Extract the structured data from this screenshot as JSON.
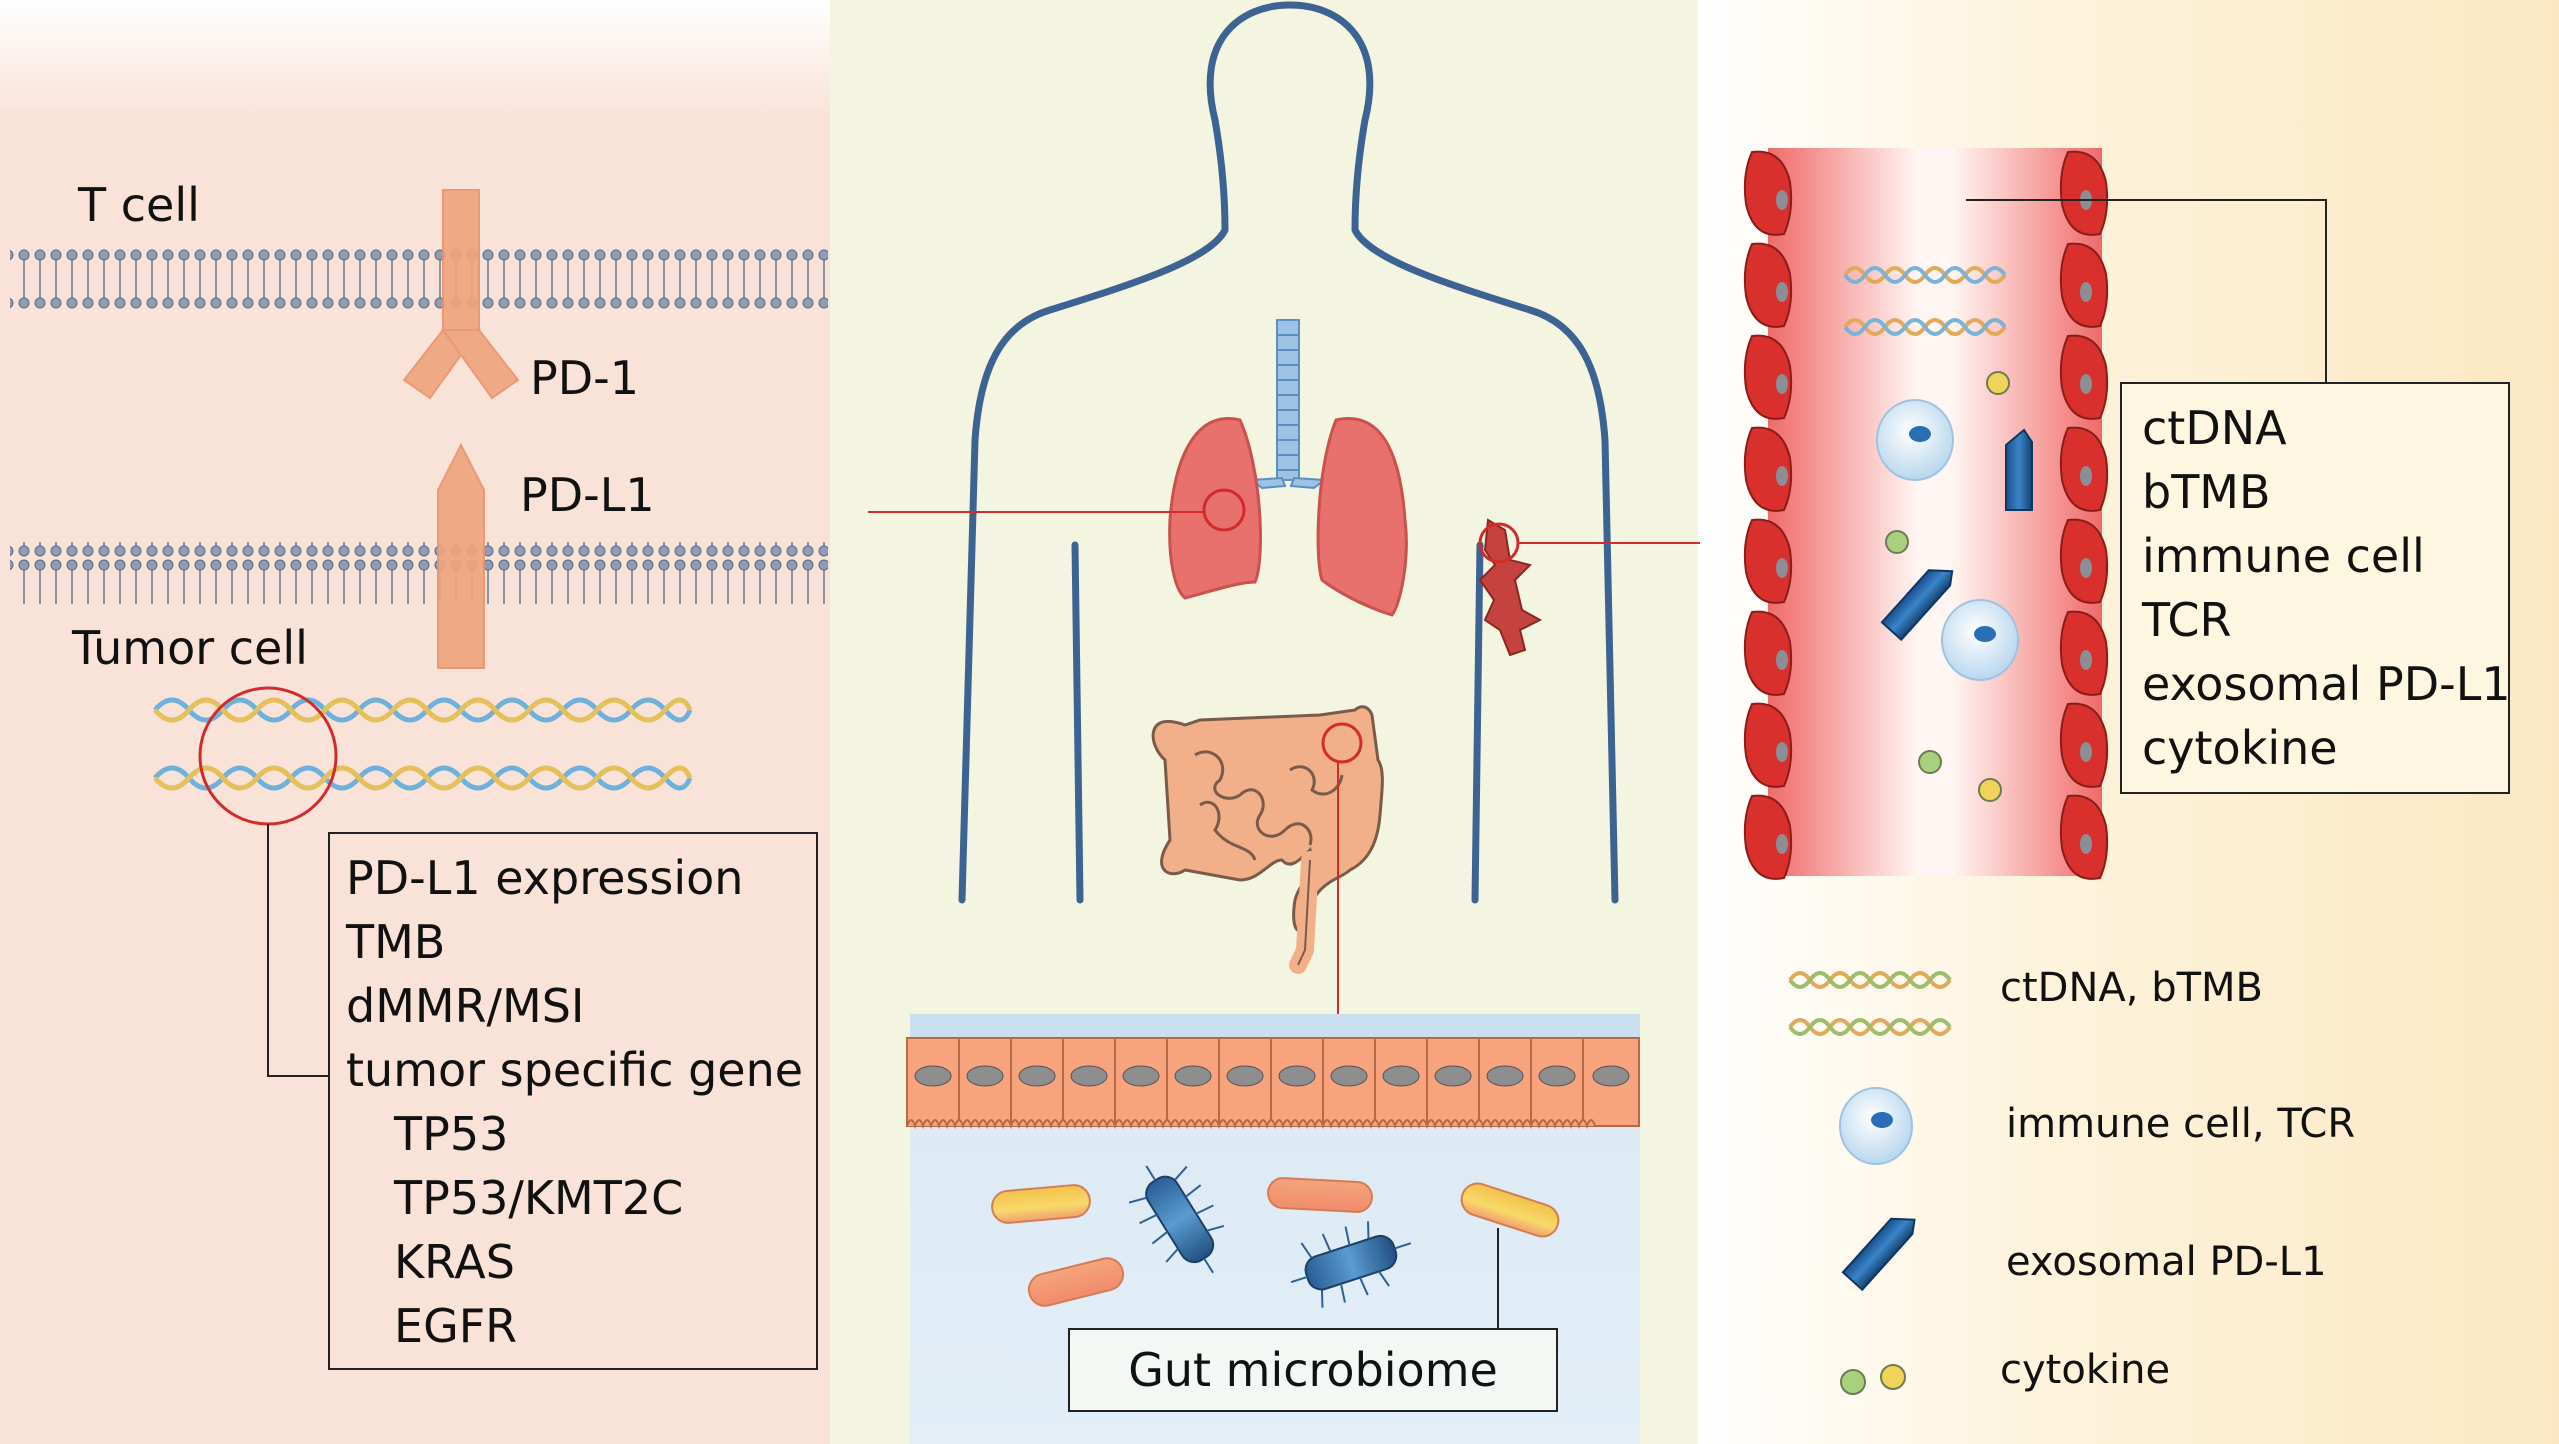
{
  "left_panel": {
    "t_cell": "T cell",
    "pd1": "PD-1",
    "pdl1": "PD-L1",
    "tumor_cell": "Tumor cell",
    "tumor_markers": [
      "PD-L1 expression",
      "TMB",
      "dMMR/MSI",
      "tumor specific gene"
    ],
    "genes": [
      "TP53",
      "TP53/KMT2C",
      "KRAS",
      "EGFR"
    ]
  },
  "center_panel": {
    "gut_label": "Gut microbiome"
  },
  "right_panel": {
    "blood_markers": [
      "ctDNA",
      "bTMB",
      "immune cell",
      "TCR",
      "exosomal PD-L1",
      "cytokine"
    ],
    "legend": [
      {
        "icon": "dna-icon",
        "label": "ctDNA, bTMB"
      },
      {
        "icon": "immune-cell-icon",
        "label": "immune cell, TCR"
      },
      {
        "icon": "exosome-icon",
        "label": "exosomal PD-L1"
      },
      {
        "icon": "cytokine-icon",
        "label": "cytokine"
      }
    ]
  },
  "colors": {
    "body_outline": "#3c6391",
    "lung": "#e8716d",
    "red_cell": "#d9302e",
    "connector": "#d12b2b",
    "receptor": "#f0a57e",
    "intestine": "#f2b08a"
  }
}
